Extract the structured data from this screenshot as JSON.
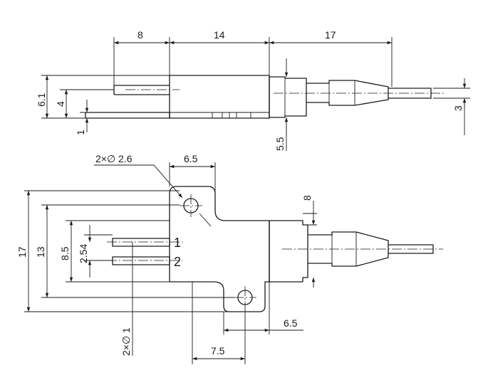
{
  "side_view": {
    "dims": {
      "width_8": "8",
      "width_14": "14",
      "width_17": "17",
      "height_6_1": "6.1",
      "height_4": "4",
      "height_1": "1",
      "height_5_5": "5.5",
      "height_3": "3"
    }
  },
  "top_view": {
    "hole_callout": "2×∅ 2.6",
    "pin_callout": "2×∅ 1",
    "pin_labels": [
      "1",
      "2"
    ],
    "dims": {
      "width_6_5_top": "6.5",
      "width_6_5_bottom": "6.5",
      "width_7_5": "7.5",
      "height_17": "17",
      "height_13": "13",
      "height_8_5": "8.5",
      "pitch_2_54": "2.54",
      "height_8": "8"
    }
  }
}
